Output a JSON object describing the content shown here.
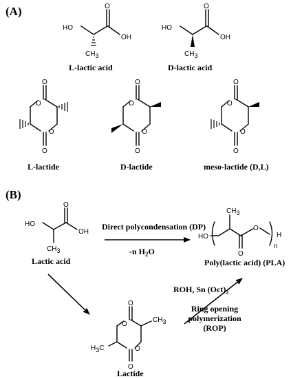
{
  "panel_a": {
    "label": "(A)",
    "molecules": {
      "l_lactic_acid": "L-lactic acid",
      "d_lactic_acid": "D-lactic acid",
      "l_lactide": "L-lactide",
      "d_lactide": "D-lactide",
      "meso_lactide": "meso-lactide (D,L)"
    }
  },
  "panel_b": {
    "label": "(B)",
    "lactic_acid": "Lactic acid",
    "lactide": "Lactide",
    "pla": "Poly(lactic acid) (PLA)",
    "dp_label": "Direct polycondensation (DP)",
    "dp_water_prefix": "-n H",
    "dp_water_sub": "2",
    "dp_water_suffix": "O",
    "rop_conditions_prefix": "ROH, Sn (Oct)",
    "rop_conditions_sub": "2",
    "rop_line1": "Ring opening",
    "rop_line2": "polymerization",
    "rop_line3": "(ROP)"
  },
  "atoms": {
    "ho": "HO",
    "oh": "OH",
    "o": "O",
    "ch3": "CH",
    "three": "3",
    "h3c": "H",
    "c": "C",
    "h": "H",
    "n": "n"
  }
}
